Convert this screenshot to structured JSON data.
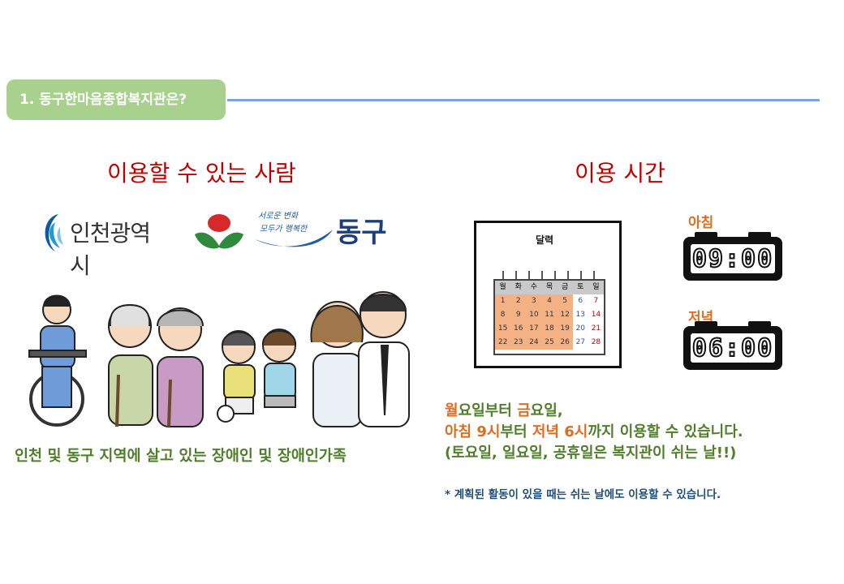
{
  "section": {
    "badge": "1. 동구한마음종합복지관은?"
  },
  "left": {
    "title": "이용할 수 있는 사람",
    "logo_incheon": "인천광역시",
    "logo_donggu_slogan_1": "서로운 변화",
    "logo_donggu_slogan_2": "모두가 행복한",
    "logo_donggu": "동구",
    "caption": "인천 및 동구 지역에 살고 있는 장애인 및 장애인가족"
  },
  "right": {
    "title": "이용 시간",
    "calendar_title": "달력",
    "calendar_head": [
      "월",
      "화",
      "수",
      "목",
      "금",
      "토",
      "일"
    ],
    "calendar_rows": [
      [
        "1",
        "2",
        "3",
        "4",
        "5",
        "6",
        "7"
      ],
      [
        "8",
        "9",
        "10",
        "11",
        "12",
        "13",
        "14"
      ],
      [
        "15",
        "16",
        "17",
        "18",
        "19",
        "20",
        "21"
      ],
      [
        "22",
        "23",
        "24",
        "25",
        "26",
        "27",
        "28"
      ]
    ],
    "morning_label": "아침",
    "morning_time": "09:00",
    "evening_label": "저녁",
    "evening_time": "06:00",
    "schedule_line1_a": "월",
    "schedule_line1_b": "요일부터 ",
    "schedule_line1_c": "금",
    "schedule_line1_d": "요일,",
    "schedule_line2_a": "아침 9시",
    "schedule_line2_b": "부터 ",
    "schedule_line2_c": "저녁 6시",
    "schedule_line2_d": "까지 이용할 수  있습니다.",
    "schedule_line3": "(토요일, 일요일, 공휴일은 복지관이 쉬는 날!!)",
    "note": "* 계획된 활동이 있을 때는 쉬는 날에도 이용할 수 있습니다."
  },
  "colors": {
    "badge": "#a9d18e",
    "heading": "#c00000",
    "green": "#4f7f2a",
    "orange": "#e06d1f",
    "note": "#1f4e79"
  }
}
